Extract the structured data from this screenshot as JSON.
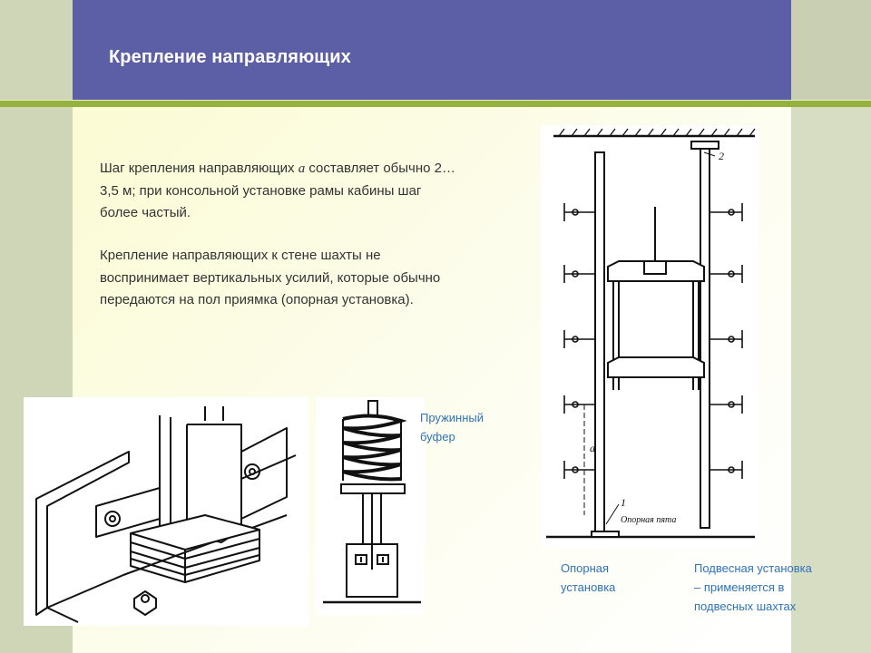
{
  "slide": {
    "title": "Крепление направляющих"
  },
  "text": {
    "p1_before": "Шаг крепления направляющих ",
    "p1_var": "a",
    "p1_after": " составляет обычно 2… 3,5 м; при консольной установке рамы кабины шаг более частый.",
    "p2": "Крепление направляющих к стене шахты не воспринимает вертикальных усилий, которые обычно передаются на пол приямка (опорная установка)."
  },
  "labels": {
    "spring_buffer": "Пружинный буфер",
    "support_install": "Опорная установка",
    "suspended_install": "Подвесная установка – применяется в подвесных шахтах"
  },
  "shaft_drawing": {
    "label_1": "1",
    "label_2": "2",
    "dimension_a": "a",
    "support_heel": "Опорная пята"
  },
  "colors": {
    "header": "#5d5fa6",
    "accent": "#95b33c",
    "label_blue": "#2e73b8"
  }
}
